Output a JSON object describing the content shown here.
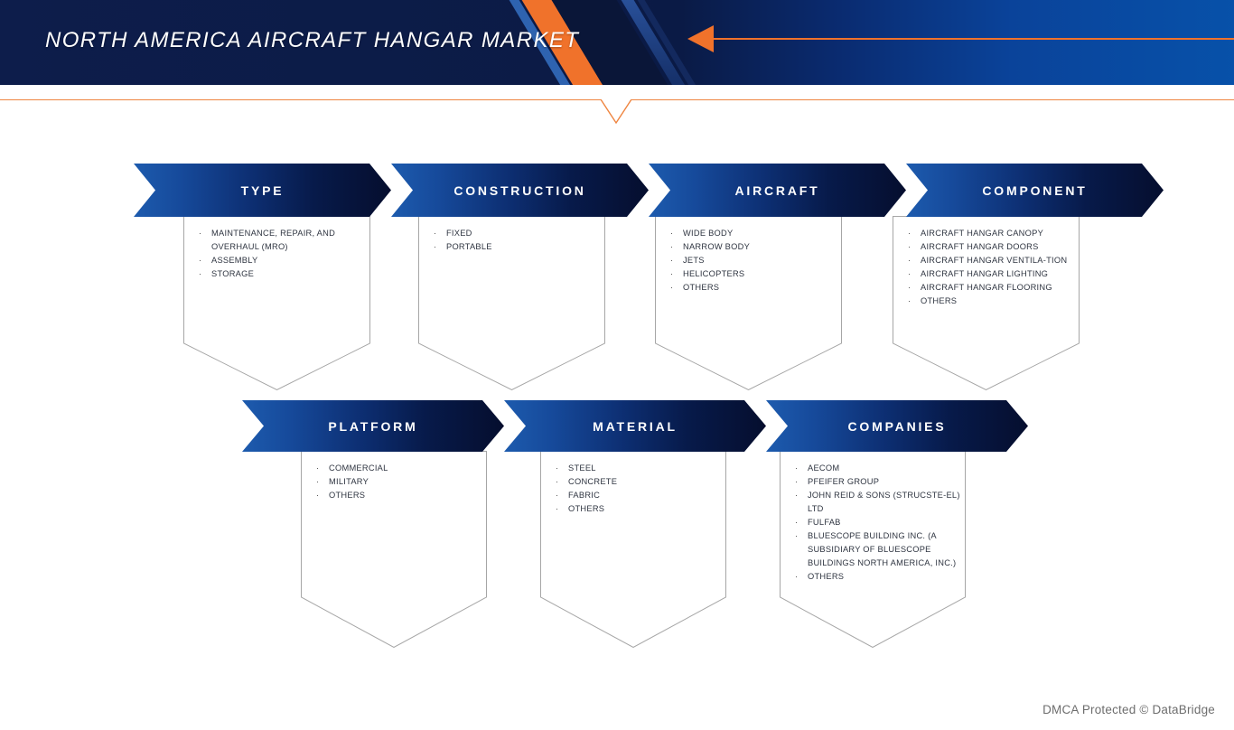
{
  "title": "NORTH AMERICA AIRCRAFT HANGAR MARKET",
  "watermark": "DMCA Protected © DataBridge",
  "colors": {
    "orange": "#F0722B",
    "rule_orange": "#EF8540",
    "arrow_blue_light": "#1D5BAE",
    "arrow_navy_dark": "#050E2E",
    "header_blue_right": "#0751A9",
    "header_navy_left": "#0D1D4B",
    "panel_border": "#A6A6A6",
    "text_dark": "#2E3440"
  },
  "rows": [
    {
      "segments": [
        {
          "label": "TYPE",
          "items": [
            "MAINTENANCE, REPAIR, AND OVERHAUL (MRO)",
            "ASSEMBLY",
            "STORAGE"
          ]
        },
        {
          "label": "CONSTRUCTION",
          "items": [
            "FIXED",
            "PORTABLE"
          ]
        },
        {
          "label": "AIRCRAFT",
          "items": [
            "WIDE BODY",
            "NARROW BODY",
            "JETS",
            "HELICOPTERS",
            "OTHERS"
          ]
        },
        {
          "label": "COMPONENT",
          "items": [
            "AIRCRAFT HANGAR CANOPY",
            "AIRCRAFT HANGAR DOORS",
            "AIRCRAFT HANGAR VENTILA-TION",
            "AIRCRAFT HANGAR LIGHTING",
            "AIRCRAFT HANGAR FLOORING",
            "OTHERS"
          ]
        }
      ]
    },
    {
      "segments": [
        {
          "label": "PLATFORM",
          "items": [
            "COMMERCIAL",
            "MILITARY",
            "OTHERS"
          ]
        },
        {
          "label": "MATERIAL",
          "items": [
            "STEEL",
            "CONCRETE",
            "FABRIC",
            "OTHERS"
          ]
        },
        {
          "label": "COMPANIES",
          "items": [
            "AECOM",
            "PFEIFER GROUP",
            "JOHN REID & SONS (STRUCSTE-EL) LTD",
            "FULFAB",
            "BLUESCOPE BUILDING INC. (A SUBSIDIARY OF BLUESCOPE BUILDINGS NORTH AMERICA, INC.)",
            "OTHERS"
          ]
        }
      ]
    }
  ]
}
